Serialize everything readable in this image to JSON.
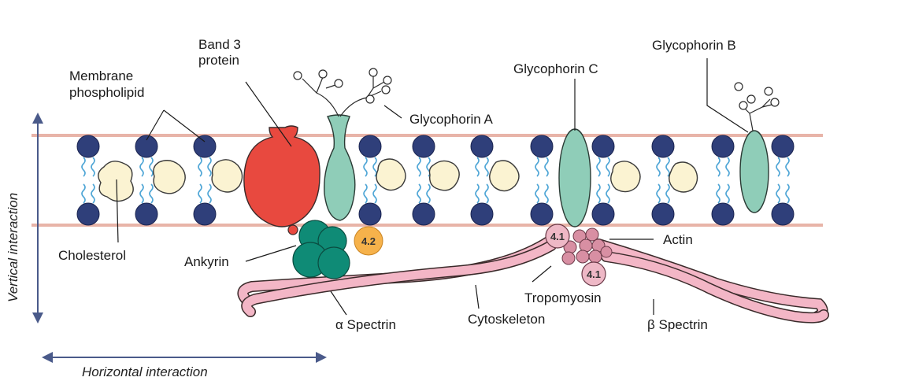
{
  "labels": {
    "band3": [
      "Band 3",
      "protein"
    ],
    "membrane_phospholipid": [
      "Membrane",
      "phospholipid"
    ],
    "glycophorin_a": "Glycophorin A",
    "glycophorin_b": "Glycophorin B",
    "glycophorin_c": "Glycophorin C",
    "cholesterol": "Cholesterol",
    "ankyrin": "Ankyrin",
    "actin": "Actin",
    "tropomyosin": "Tropomyosin",
    "alpha_spectrin": "α Spectrin",
    "cytoskeleton": "Cytoskeleton",
    "beta_spectrin": "β Spectrin",
    "vertical_interaction": "Vertical interaction",
    "horizontal_interaction": "Horizontal interaction"
  },
  "badges": {
    "protein_4_2": "4.2",
    "protein_4_1_top": "4.1",
    "protein_4_1_bottom": "4.1"
  },
  "colors": {
    "membrane_line": "#e8b4a8",
    "phospholipid_head": "#2f3f7a",
    "lipid_tail": "#4fa6d6",
    "cholesterol": "#fbf3d2",
    "band3": "#e8493f",
    "glycophorin": "#8fcdb8",
    "ankyrin": "#0f8b76",
    "protein_4_2": "#f6b24b",
    "spectrin": "#f3b6c6",
    "actin": "#d88fa3",
    "axis_arrow": "#4a5a8a"
  }
}
